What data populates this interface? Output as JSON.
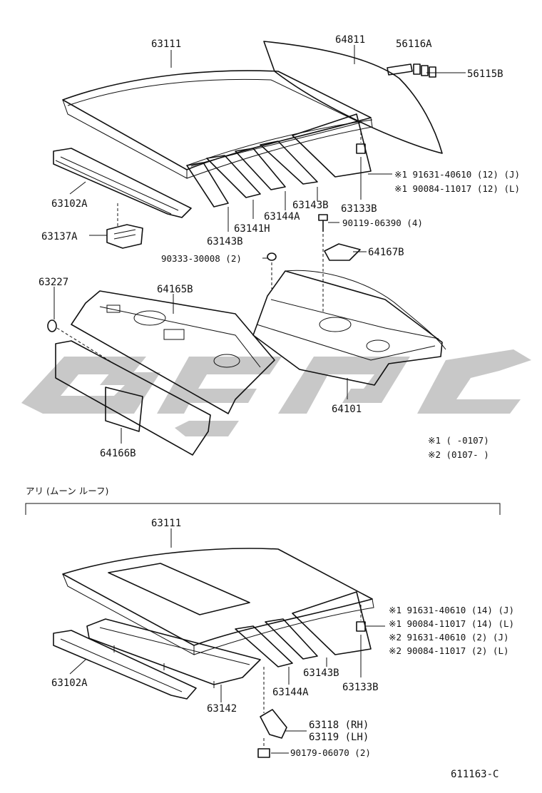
{
  "diagram": {
    "upper": {
      "labels": {
        "p63111": "63111",
        "p64811": "64811",
        "p56116A": "56116A",
        "p56115B": "56115B",
        "p63102A": "63102A",
        "p63143B_left": "63143B",
        "p63141H": "63141H",
        "p63144A": "63144A",
        "p63143B_right": "63143B",
        "p63133B": "63133B",
        "p63137A": "63137A",
        "p90119": "90119-06390 (4)",
        "p90333": "90333-30008 (2)",
        "p64167B": "64167B",
        "p63227": "63227",
        "p64165B": "64165B",
        "p64101": "64101",
        "p64166B": "64166B"
      },
      "notes": [
        "※1 91631-40610 (12) (J)",
        "※1 90084-11017 (12) (L)"
      ]
    },
    "legend": {
      "line1": "※1 (      -0107)",
      "line2": "※2 (0107-      )"
    },
    "lower": {
      "section_title": "アリ (ムーン ルーフ)",
      "labels": {
        "p63111": "63111",
        "p63102A": "63102A",
        "p63142": "63142",
        "p63144A": "63144A",
        "p63143B": "63143B",
        "p63133B": "63133B",
        "p63118": "63118 (RH)",
        "p63119": "63119 (LH)",
        "p90179": "90179-06070 (2)"
      },
      "notes": [
        "※1 91631-40610 (14) (J)",
        "※1 90084-11017 (14) (L)",
        "※2 91631-40610 (2) (J)",
        "※2 90084-11017 (2) (L)"
      ]
    },
    "figure_code": "611163-C",
    "colors": {
      "ink": "#111111",
      "watermark": "#9a9a9a",
      "background": "#ffffff"
    }
  }
}
